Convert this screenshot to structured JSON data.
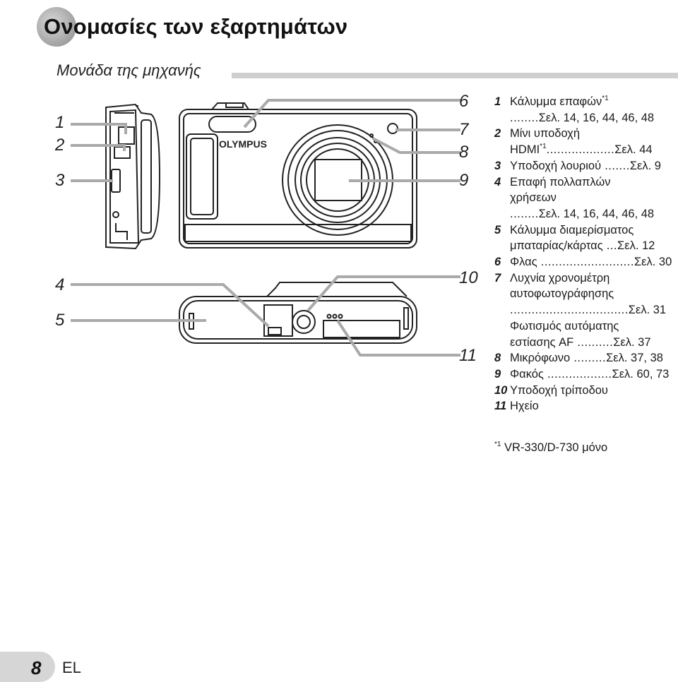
{
  "header": {
    "title": "Ονομασίες των εξαρτημάτων",
    "subtitle": "Μονάδα της μηχανής"
  },
  "diagram": {
    "callouts_left": [
      "1",
      "2",
      "3",
      "4",
      "5"
    ],
    "callouts_right": [
      "6",
      "7",
      "8",
      "9",
      "10",
      "11"
    ],
    "brand_logo": "OLYMPUS"
  },
  "legend": {
    "item1": {
      "num": "1",
      "label": "Κάλυμμα επαφών",
      "sup": "*1",
      "pages": "Σελ. 14, 16, 44, 46, 48"
    },
    "item2": {
      "num": "2",
      "label": "Μίνι υποδοχή",
      "label2": "HDMI",
      "sup": "*1",
      "pages": "Σελ. 44"
    },
    "item3": {
      "num": "3",
      "label": "Υποδοχή λουριού",
      "pages": "Σελ. 9"
    },
    "item4": {
      "num": "4",
      "label": "Επαφή πολλαπλών",
      "label2": "χρήσεων",
      "pages": "Σελ. 14, 16, 44, 46, 48"
    },
    "item5": {
      "num": "5",
      "label": "Κάλυμμα διαμερίσματος",
      "label2": "μπαταρίας/κάρτας",
      "pages": "Σελ. 12"
    },
    "item6": {
      "num": "6",
      "label": "Φλας",
      "pages": "Σελ. 30"
    },
    "item7": {
      "num": "7",
      "label": "Λυχνία χρονομέτρη",
      "label2": "αυτοφωτογράφησης",
      "pages": "Σελ. 31",
      "label3": "Φωτισμός αυτόματης",
      "label4": "εστίασης AF",
      "pages2": "Σελ. 37"
    },
    "item8": {
      "num": "8",
      "label": "Μικρόφωνο",
      "pages": "Σελ. 37, 38"
    },
    "item9": {
      "num": "9",
      "label": "Φακός",
      "pages": "Σελ. 60, 73"
    },
    "item10": {
      "num": "10",
      "label": "Υποδοχή τρίποδου"
    },
    "item11": {
      "num": "11",
      "label": "Ηχείο"
    }
  },
  "footnote": {
    "sup": "*1",
    "text": "VR-330/D-730 μόνο"
  },
  "footer": {
    "page_number": "8",
    "language": "EL"
  }
}
